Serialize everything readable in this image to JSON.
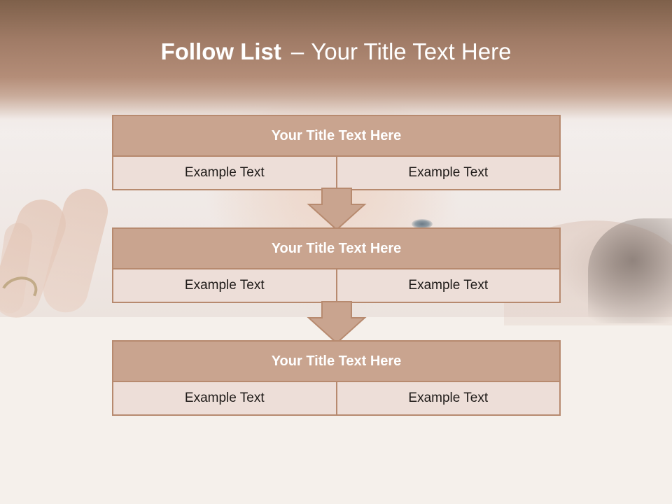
{
  "slide": {
    "title_bold": "Follow List",
    "title_separator": "–",
    "title_rest": "Your Title Text Here"
  },
  "blocks": [
    {
      "title": "Your Title Text Here",
      "left_text": "Example Text",
      "right_text": "Example Text"
    },
    {
      "title": "Your Title Text Here",
      "left_text": "Example Text",
      "right_text": "Example Text"
    },
    {
      "title": "Your Title Text Here",
      "left_text": "Example Text",
      "right_text": "Example Text"
    }
  ],
  "colors": {
    "title_band": "#a07b66",
    "block_header": "#c9a48f",
    "block_border": "#b78a6f",
    "block_cell": "#efdcd4",
    "background": "#f5f0eb"
  },
  "icons": [
    "down-arrow-icon",
    "down-arrow-icon"
  ]
}
